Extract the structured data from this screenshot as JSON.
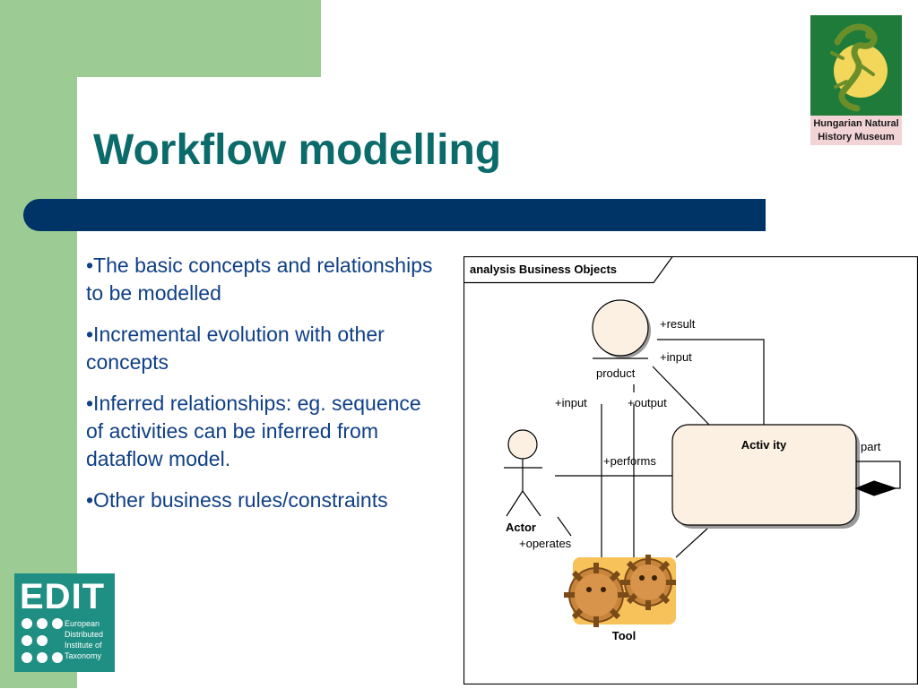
{
  "slide": {
    "title": "Workflow modelling",
    "bullets": [
      "•The basic concepts and relationships to be modelled",
      "•Incremental evolution with other concepts",
      "•Inferred relationships: eg. sequence of activities can be inferred from dataflow model.",
      "•Other business rules/constraints"
    ]
  },
  "logos": {
    "museum_line1": "Hungarian Natural",
    "museum_line2": "History Museum",
    "edit_word": "EDIT",
    "edit_lines": [
      "European",
      "Distributed",
      "Institute of",
      "Taxonomy"
    ]
  },
  "diagram": {
    "frame_title": "analysis Business Objects",
    "product": "product",
    "actor": "Actor",
    "activity": "Activ ity",
    "tool": "Tool",
    "result_label": "+result",
    "input_label_right": "+input",
    "input_label_left": "+input",
    "output_label": "+output",
    "performs_label": "+performs",
    "part_label": "part",
    "operates_label": "+operates"
  },
  "colors": {
    "green": "#9ccc94",
    "navy": "#003366",
    "title": "#0b6a6a",
    "bullet_text": "#0f3f86",
    "edit_teal": "#1f8f83"
  }
}
